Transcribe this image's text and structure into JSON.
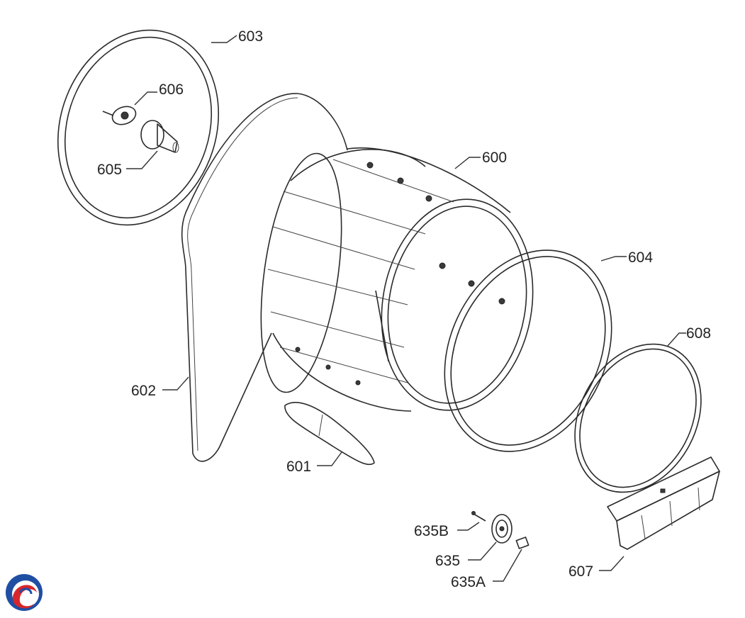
{
  "parts": {
    "drum": "600",
    "baffle": "601",
    "belt": "602",
    "rear_seal": "603",
    "front_seal": "604",
    "shaft": "605",
    "bearing": "606",
    "lint_filter_housing": "607",
    "felt_seal": "608",
    "roller": "635",
    "roller_axle": "635A",
    "roller_screw": "635B"
  },
  "colors": {
    "line": "#2a2a2a",
    "logo_blue": "#1f4fa3",
    "logo_red": "#d7262c"
  },
  "icons": {
    "logo": "swirl-logo-icon"
  }
}
